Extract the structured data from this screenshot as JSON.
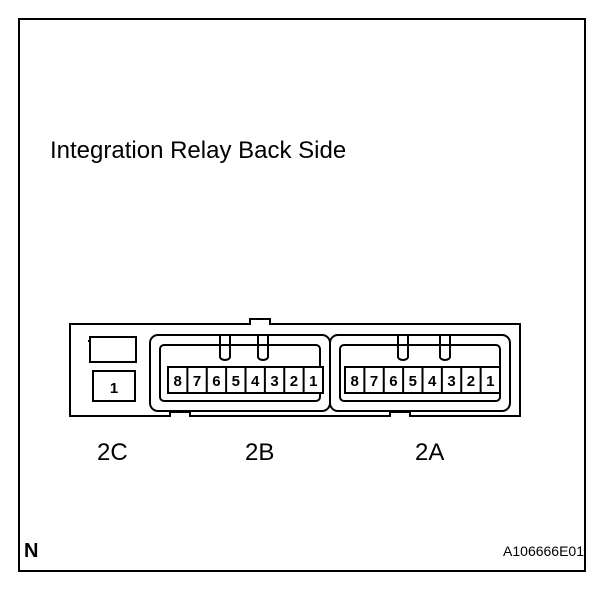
{
  "title": "Integration Relay Back Side",
  "connectors": {
    "c2C": {
      "label": "2C",
      "pins": [
        "1"
      ]
    },
    "c2B": {
      "label": "2B",
      "pins": [
        "8",
        "7",
        "6",
        "5",
        "4",
        "3",
        "2",
        "1"
      ]
    },
    "c2A": {
      "label": "2A",
      "pins": [
        "8",
        "7",
        "6",
        "5",
        "4",
        "3",
        "2",
        "1"
      ]
    }
  },
  "footer": {
    "corner_mark": "N",
    "reference": "A106666E01"
  }
}
